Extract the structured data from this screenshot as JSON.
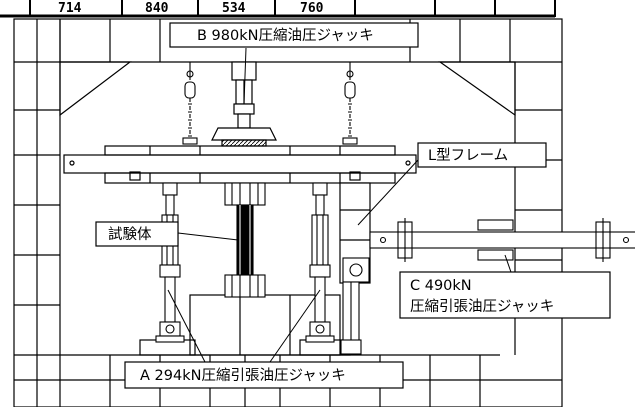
{
  "table_fragment": {
    "cells": [
      "714",
      "840",
      "534",
      "760",
      "",
      "",
      ""
    ]
  },
  "labels": {
    "jack_b": "B 980kN圧縮油圧ジャッキ",
    "l_frame": "L型フレーム",
    "specimen": "試験体",
    "jack_c_line1": "C 490kN",
    "jack_c_line2": "圧縮引張油圧ジャッキ",
    "jack_a": "A 294kN圧縮引張油圧ジャッキ"
  }
}
